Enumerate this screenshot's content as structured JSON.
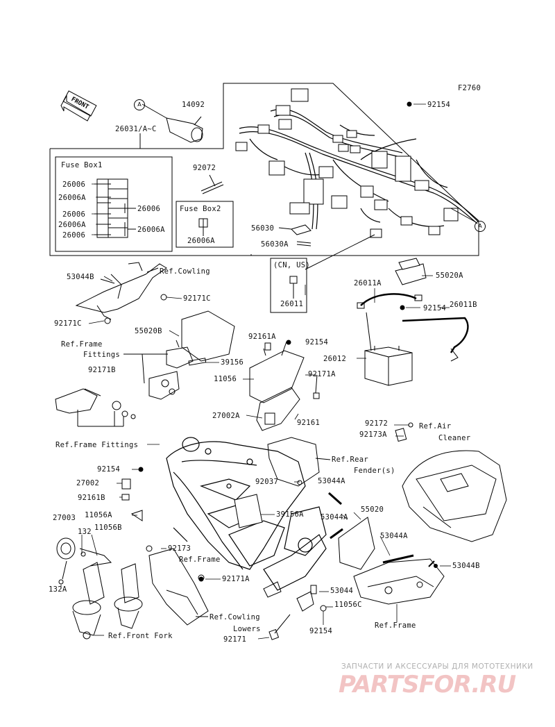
{
  "diagram_code": "F2760",
  "front_label": "FRONT",
  "callout_a": "A",
  "boxes": {
    "fuse_box1": "Fuse Box1",
    "fuse_box2": "Fuse Box2",
    "cn_us": "(CN, US)"
  },
  "labels": {
    "p14092": "14092",
    "p26031": "26031/A~C",
    "p92072": "92072",
    "p92154_top": "92154",
    "fb_26006_1": "26006",
    "fb_26006A_1": "26006A",
    "fb_26006_2": "26006",
    "fb_26006A_2": "26006A",
    "fb_26006_3": "26006",
    "fb_26006_right": "26006",
    "fb_26006A_right": "26006A",
    "fb2_26006A": "26006A",
    "p56030": "56030",
    "p56030A": "56030A",
    "p26011": "26011",
    "p26011A": "26011A",
    "p55020A": "55020A",
    "p92154_bat": "92154",
    "p26011B": "26011B",
    "p26012": "26012",
    "p53044B_left": "53044B",
    "ref_cowling": "Ref.Cowling",
    "p92171C_right": "92171C",
    "p92171C_left": "92171C",
    "p55020B": "55020B",
    "p92161A": "92161A",
    "p92154_mid": "92154",
    "ref_frame_fittings_1": "Ref.Frame",
    "ref_frame_fittings_2": "Fittings",
    "p39156": "39156",
    "p11056": "11056",
    "p92171A_mid": "92171A",
    "p92171B": "92171B",
    "p27002A": "27002A",
    "p92161": "92161",
    "ref_frame_fittings_bottom": "Ref.Frame Fittings",
    "p92172": "92172",
    "p92173A": "92173A",
    "ref_air_1": "Ref.Air",
    "ref_air_2": "Cleaner",
    "ref_rear_1": "Ref.Rear",
    "ref_rear_2": "Fender(s)",
    "p92154_left": "92154",
    "p27002": "27002",
    "p92161B": "92161B",
    "p11056A": "11056A",
    "p92037": "92037",
    "p53044A_1": "53044A",
    "p39156A": "39156A",
    "p53044A_2": "53044A",
    "p55020": "55020",
    "p27003": "27003",
    "p132": "132",
    "p11056B": "11056B",
    "p53044A_3": "53044A",
    "p92173": "92173",
    "ref_frame_mid": "Ref.Frame",
    "p92171A_low": "92171A",
    "p53044B_right": "53044B",
    "p132A": "132A",
    "p53044": "53044",
    "p11056C": "11056C",
    "ref_cowling_lowers_1": "Ref.Cowling",
    "ref_cowling_lowers_2": "Lowers",
    "p92154_low": "92154",
    "ref_front_fork": "Ref.Front Fork",
    "p92171": "92171",
    "ref_frame_right": "Ref.Frame"
  },
  "watermark": {
    "caption": "ЗАПЧАСТИ И АКСЕССУАРЫ ДЛЯ МОТОТЕХНИКИ",
    "logo": "PARTSFOR.RU"
  }
}
